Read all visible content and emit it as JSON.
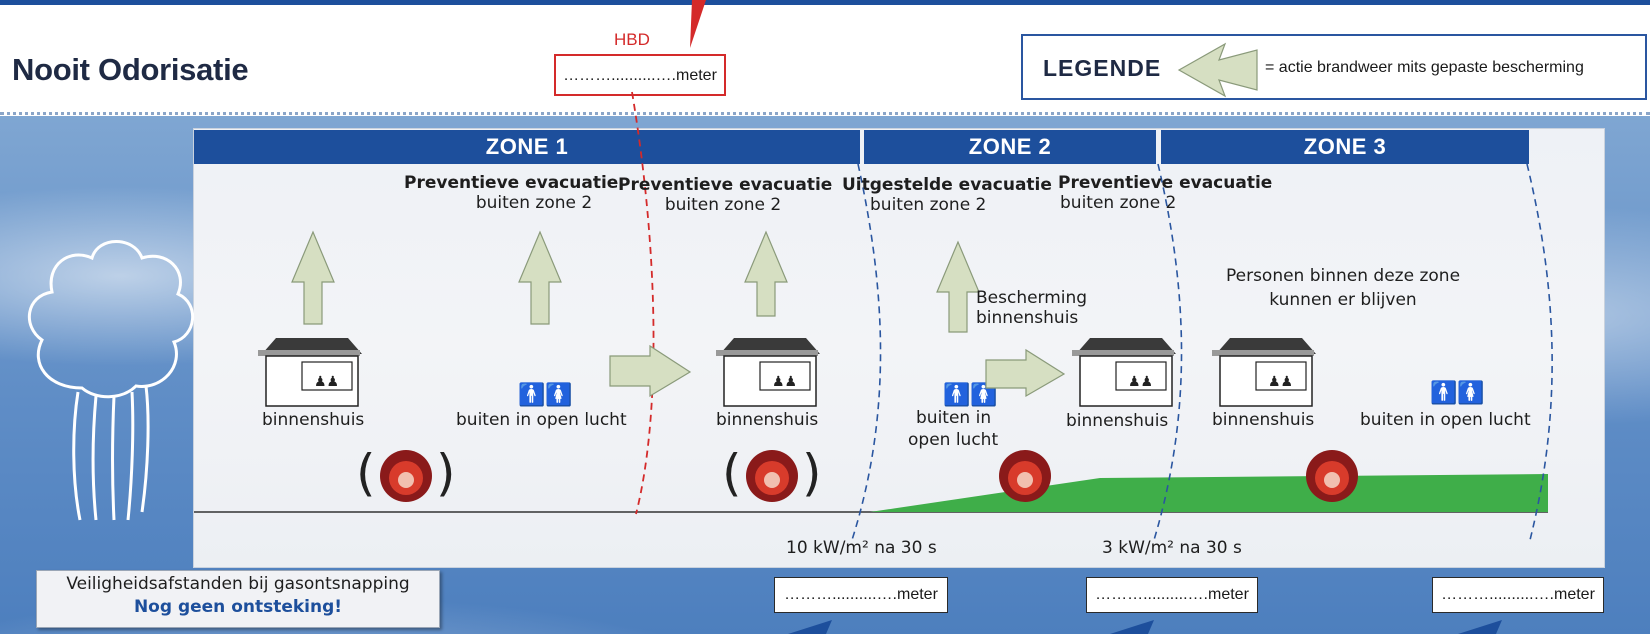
{
  "title": "Nooit Odorisatie",
  "hbd": {
    "label": "HBD",
    "distance": "………..........….meter"
  },
  "legend": {
    "title": "LEGENDE",
    "description": "= actie brandweer mits gepaste bescherming",
    "icon": "arrow-icon"
  },
  "zones": [
    {
      "label": "ZONE 1"
    },
    {
      "label": "ZONE 2"
    },
    {
      "label": "ZONE 3"
    }
  ],
  "evac": [
    {
      "line1": "Preventieve evacuatie",
      "line2": "buiten zone 2"
    },
    {
      "line1": "Preventieve evacuatie",
      "line2": "buiten zone 2"
    },
    {
      "line1": "Uitgestelde evacuatie",
      "line2": "buiten zone 2"
    },
    {
      "line1": "Preventieve evacuatie",
      "line2": "buiten zone 2"
    }
  ],
  "protection": {
    "line1": "Bescherming",
    "line2": "binnenshuis"
  },
  "stay": {
    "line1": "Personen binnen deze zone",
    "line2": "kunnen er blijven"
  },
  "places": {
    "z1_house": "binnenshuis",
    "z1_outside": "buiten in open lucht",
    "z1b_house": "binnenshuis",
    "z2_outside_1": "buiten in",
    "z2_outside_2": "open lucht",
    "z2_house": "binnenshuis",
    "z3_house": "binnenshuis",
    "z3_outside": "buiten in open lucht"
  },
  "thresholds": {
    "t1": "10 kW/m² na 30 s",
    "t2": "3 kW/m² na 30 s"
  },
  "distances": [
    "………..........….meter",
    "………..........….meter",
    "………..........….meter"
  ],
  "safety": {
    "line1": "Veiligheidsafstanden bij gasontsnapping",
    "line2": "Nog geen ontsteking!"
  },
  "colors": {
    "zone_header": "#1d4f9c",
    "arrow_fill": "#d6dfc2",
    "grass": "#3fae49",
    "hbd_red": "#d42a2a",
    "dashed_blue": "#2a56a0"
  },
  "icons": [
    "cloud-tree-icon",
    "house-icon",
    "people-icon",
    "fire-icon",
    "arrow-icon"
  ]
}
